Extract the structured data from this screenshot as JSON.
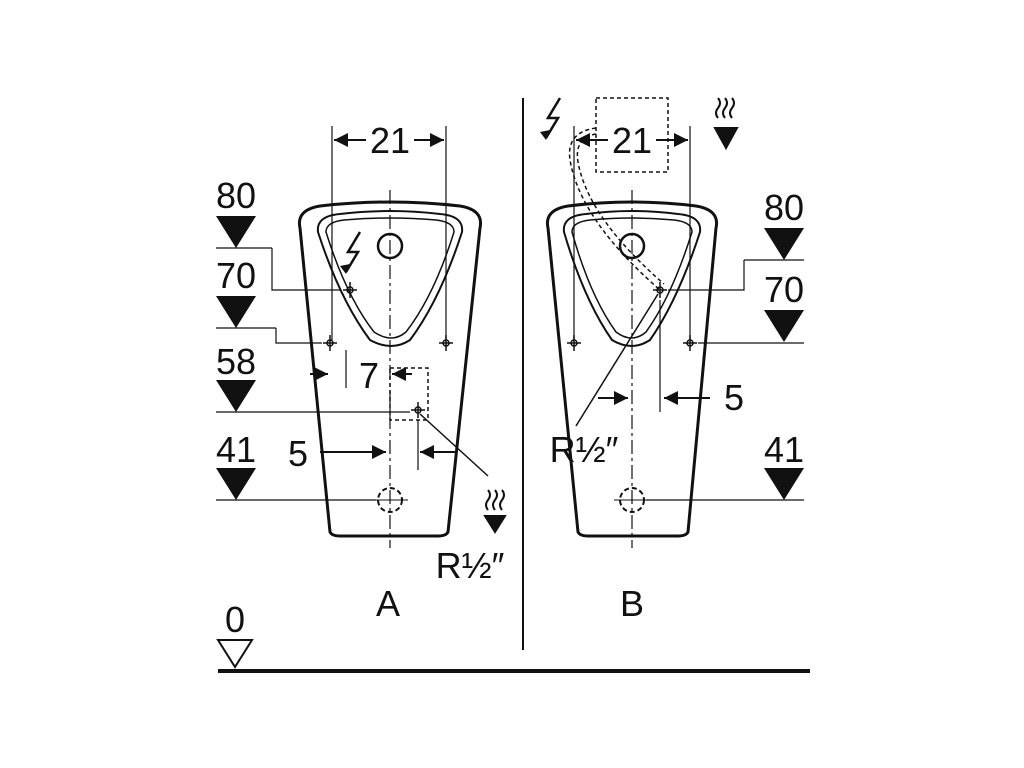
{
  "levels": {
    "a_80": "80",
    "a_70": "70",
    "a_58": "58",
    "a_41": "41",
    "b_80": "80",
    "b_70": "70",
    "b_41": "41",
    "floor": "0"
  },
  "dimensions": {
    "a_width": "21",
    "b_width": "21",
    "a_offset_7": "7",
    "a_offset_5": "5",
    "b_offset_5": "5"
  },
  "pipe_labels": {
    "a_thread": "R½″",
    "b_thread": "R½″"
  },
  "variants": {
    "a": "A",
    "b": "B"
  },
  "symbols": {
    "electric": "lightning-icon",
    "water": "water-supply-icon",
    "floor_marker": "level-triangle-icon"
  },
  "colors": {
    "line": "#111111",
    "background": "#ffffff"
  }
}
